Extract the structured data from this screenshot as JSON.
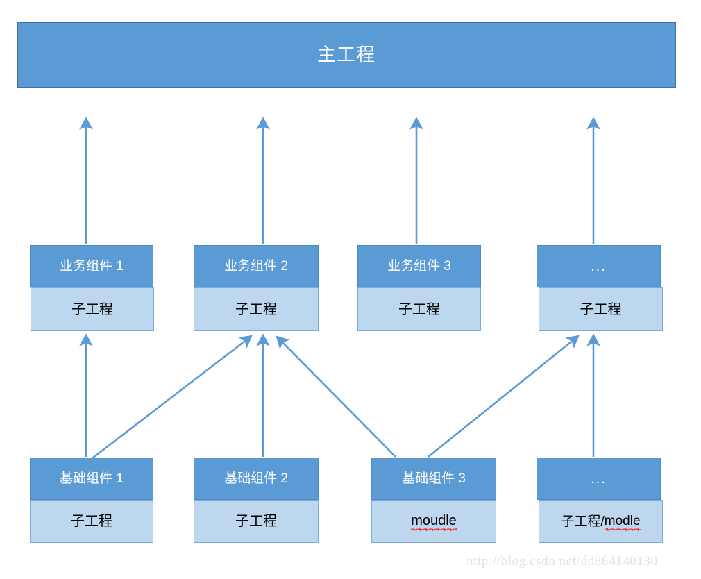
{
  "diagram": {
    "type": "layered-dependency-diagram",
    "title_box": {
      "label": "主工程",
      "fill": "#5B9BD5",
      "border": "#41719C",
      "text_color": "#FFFFFF"
    },
    "colors": {
      "header_fill": "#5B9BD5",
      "body_fill": "#BDD7EE",
      "arrow": "#5B9BD5",
      "spell_error_underline": "#FF0000",
      "watermark": "#E2E2E2",
      "background": "#FFFFFF"
    },
    "business_layer": [
      {
        "header": "业务组件 1",
        "body": "子工程"
      },
      {
        "header": "业务组件 2",
        "body": "子工程"
      },
      {
        "header": "业务组件 3",
        "body": "子工程"
      },
      {
        "header": "...",
        "body": "子工程"
      }
    ],
    "base_layer": [
      {
        "header": "基础组件 1",
        "body": "子工程",
        "body_misspelled": false
      },
      {
        "header": "基础组件 2",
        "body": "子工程",
        "body_misspelled": false
      },
      {
        "header": "基础组件 3",
        "body": "moudle",
        "body_misspelled": true
      },
      {
        "header": "...",
        "body_prefix": "子工程/",
        "body_suffix": "modle",
        "body_misspelled": true
      }
    ],
    "arrows": [
      {
        "from": "业务组件 1",
        "to": "主工程"
      },
      {
        "from": "业务组件 2",
        "to": "主工程"
      },
      {
        "from": "业务组件 3",
        "to": "主工程"
      },
      {
        "from": "...",
        "to": "主工程"
      },
      {
        "from": "基础组件 1",
        "to": "业务组件 1"
      },
      {
        "from": "基础组件 1",
        "to": "业务组件 2"
      },
      {
        "from": "基础组件 2",
        "to": "业务组件 2"
      },
      {
        "from": "基础组件 3",
        "to": "业务组件 2"
      },
      {
        "from": "基础组件 3",
        "to": "..."
      },
      {
        "from": "...",
        "to": "..."
      }
    ]
  },
  "watermark": {
    "text": "http://blog.csdn.net/dd864140130"
  }
}
